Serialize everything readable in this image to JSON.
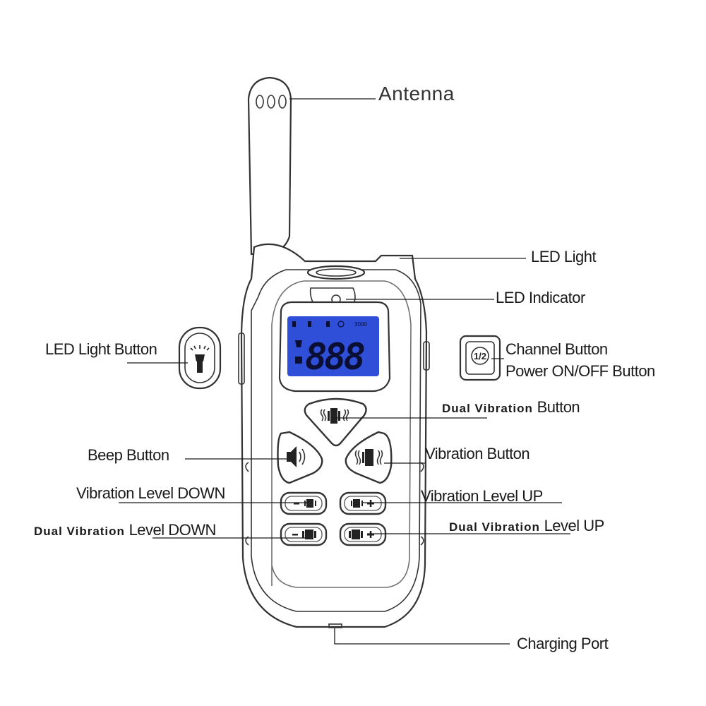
{
  "labels": {
    "antenna": "Antenna",
    "led_light": "LED Light",
    "led_indicator": "LED Indicator",
    "led_light_button": "LED Light Button",
    "channel_button": "Channel Button",
    "power_button": "Power ON/OFF Button",
    "dual_vibration_button_prefix": "Dual  Vibration",
    "dual_vibration_button_suffix": "Button",
    "beep_button": "Beep Button",
    "vibration_button": "Vibration Button",
    "vibration_level_down": "Vibration Level DOWN",
    "vibration_level_up": "Vibration Level UP",
    "dual_vibration_level_down_prefix": "Dual  Vibration",
    "dual_vibration_level_down_suffix": "Level DOWN",
    "dual_vibration_level_up_prefix": "Dual  Vibration",
    "dual_vibration_level_up_suffix": "Level UP",
    "charging_port": "Charging Port"
  },
  "lcd": {
    "digits": "888",
    "status_text": "3000"
  },
  "channel_icon_text": "1/2",
  "colors": {
    "lcd_background": "#2f4fd8",
    "lcd_digits": "#0a0f33",
    "outline": "#333333"
  }
}
